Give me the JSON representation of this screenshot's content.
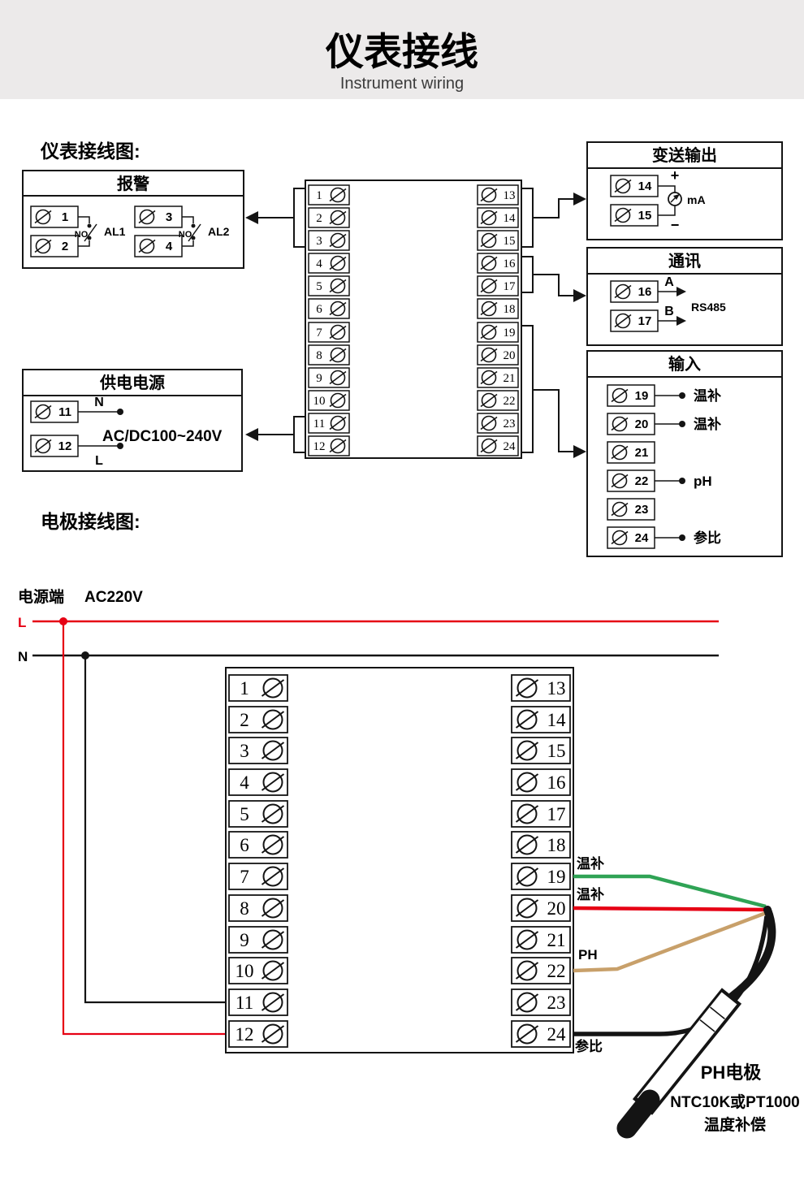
{
  "header": {
    "title": "仪表接线",
    "subtitle": "Instrument wiring"
  },
  "section_labels": {
    "instrument": "仪表接线图:",
    "electrode": "电极接线图:"
  },
  "alarm_box": {
    "title": "报警",
    "t1": "1",
    "t2": "2",
    "t3": "3",
    "t4": "4",
    "no1": "NO",
    "al1": "AL1",
    "no2": "NO",
    "al2": "AL2"
  },
  "transmit_box": {
    "title": "变送输出",
    "t14": "14",
    "t15": "15",
    "plus": "+",
    "minus": "−",
    "unit": "mA"
  },
  "comm_box": {
    "title": "通讯",
    "t16": "16",
    "t17": "17",
    "line_a": "A",
    "line_b": "B",
    "protocol": "RS485"
  },
  "input_box": {
    "title": "输入",
    "terminals": [
      {
        "num": "19",
        "label": "温补"
      },
      {
        "num": "20",
        "label": "温补"
      },
      {
        "num": "21",
        "label": ""
      },
      {
        "num": "22",
        "label": "pH"
      },
      {
        "num": "23",
        "label": ""
      },
      {
        "num": "24",
        "label": "参比"
      }
    ]
  },
  "power_box": {
    "title": "供电电源",
    "t11": "11",
    "t12": "12",
    "neutral": "N",
    "live": "L",
    "voltage": "AC/DC100~240V"
  },
  "block_terminals": {
    "left": [
      "1",
      "2",
      "3",
      "4",
      "5",
      "6",
      "7",
      "8",
      "9",
      "10",
      "11",
      "12"
    ],
    "right": [
      "13",
      "14",
      "15",
      "16",
      "17",
      "18",
      "19",
      "20",
      "21",
      "22",
      "23",
      "24"
    ]
  },
  "mains": {
    "label": "电源端",
    "voltage": "AC220V",
    "live": "L",
    "neutral": "N"
  },
  "electrode_wires": {
    "t19": "温补",
    "t20": "温补",
    "t22": "PH",
    "t24": "参比"
  },
  "electrode": {
    "name": "PH电极",
    "note1": "NTC10K或PT1000",
    "note2": "温度补偿"
  },
  "colors": {
    "live_red": "#e60014",
    "neutral_black": "#141414",
    "wire_green": "#2fa355",
    "wire_red": "#e60014",
    "wire_tan": "#c8a06a",
    "wire_black": "#141414"
  }
}
